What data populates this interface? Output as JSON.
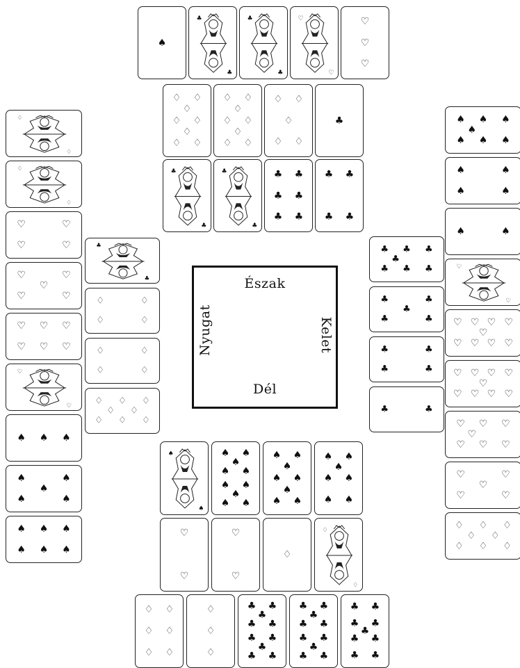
{
  "board": {
    "north": "Észak",
    "south": "Dél",
    "west": "Nyugat",
    "east": "Kelet"
  },
  "hands": {
    "north_row1": [
      "A♠",
      "K♣",
      "Q♣",
      "Q♥",
      "3♥"
    ],
    "north_row2": [
      "8♦",
      "8♦",
      "5♦",
      "A♣"
    ],
    "north_row3": [
      "K♣",
      "Q♣",
      "6♣",
      "4♣"
    ],
    "west_col_outer": [
      "Q♦",
      "K♦",
      "4♥",
      "5♥",
      "6♥",
      "J♥",
      "3♠",
      "5♠",
      "6♠"
    ],
    "west_col_inner": [
      "J♣",
      "4♦",
      "4♦",
      "8♦"
    ],
    "east_col_outer": [
      "7♠",
      "4♠",
      "2♠",
      "J♥",
      "9♥",
      "9♥",
      "7♥",
      "5♥",
      "8♦"
    ],
    "east_col_inner": [
      "7♣",
      "5♣",
      "4♣",
      "2♣"
    ],
    "south_row1": [
      "K♠",
      "10♠",
      "8♠",
      "7♠"
    ],
    "south_row2": [
      "2♥",
      "2♥",
      "A♦",
      "K♦"
    ],
    "south_row3": [
      "6♦",
      "3♦",
      "10♣",
      "10♣",
      "9♣"
    ]
  }
}
